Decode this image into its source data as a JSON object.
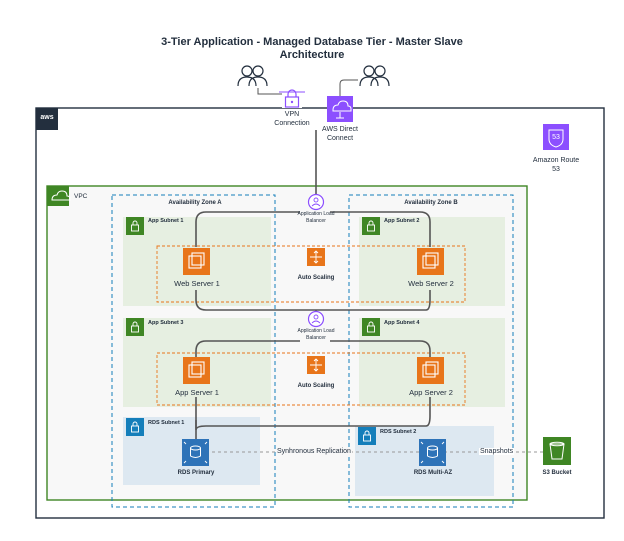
{
  "title_line1": "3-Tier Application - Managed Database Tier - Master Slave",
  "title_line2": "Architecture",
  "aws_logo": "aws",
  "vpn": {
    "line1": "VPN",
    "line2": "Connection"
  },
  "direct_connect": {
    "line1": "AWS Direct",
    "line2": "Connect"
  },
  "route53": {
    "line1": "Amazon Route",
    "line2": "53",
    "badge": "53"
  },
  "vpc": "VPC",
  "az_a": "Availability Zone A",
  "az_b": "Availability Zone B",
  "alb": {
    "line1": "Application Load",
    "line2": "Balancer"
  },
  "subnets": {
    "app1": "App Subnet 1",
    "app2": "App Subnet 2",
    "app3": "App Subnet 3",
    "app4": "App Subnet 4",
    "rds1": "RDS Subnet 1",
    "rds2": "RDS Subnet 2"
  },
  "web_server_1": "Web Server 1",
  "web_server_2": "Web Server 2",
  "app_server_1": "App Server 1",
  "app_server_2": "App Server 2",
  "auto_scaling": "Auto Scaling",
  "rds_primary": "RDS Primary",
  "rds_multi_az": "RDS Multi-AZ",
  "sync_replication": "Synhronous Replication",
  "snapshots": "Snapshots",
  "s3_bucket": "S3 Bucket",
  "colors": {
    "compute": "#e8751a",
    "network": "#8c4fff",
    "storage": "#3f8624",
    "database": "#2e73b8",
    "vpc_border": "#3f8624",
    "az_border": "#147eba",
    "app_subnet_fill": "#e6efe1",
    "rds_subnet_fill": "#dde8f1",
    "asg_border": "#e8751a"
  }
}
